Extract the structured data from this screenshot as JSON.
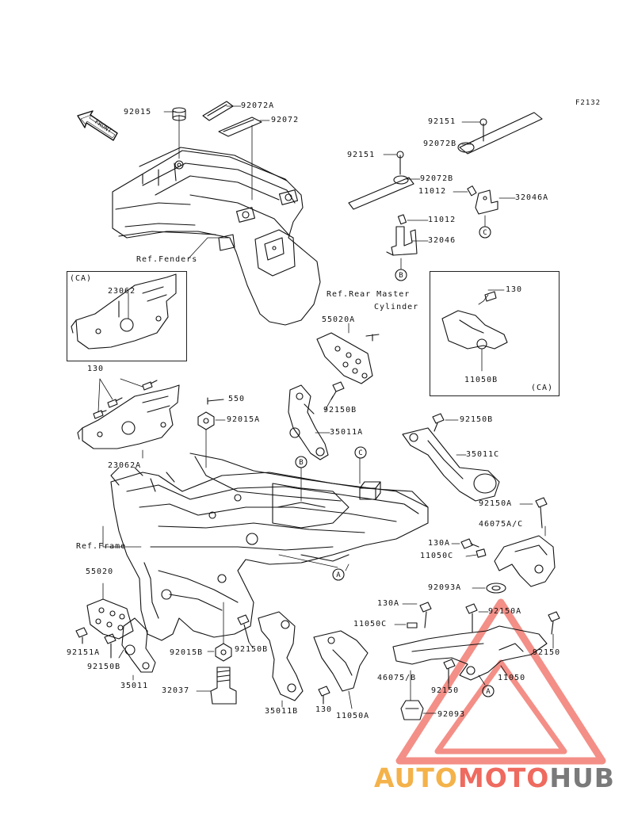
{
  "diagram_code": "F2132",
  "labels": {
    "l92015": "92015",
    "l92072A": "92072A",
    "l92072": "92072",
    "front": "FRONT",
    "ref_fenders": "Ref.Fenders",
    "l92151_top": "92151",
    "l92072B_top": "92072B",
    "l92151_mid": "92151",
    "l92072B_mid": "92072B",
    "l11012_a": "11012",
    "l32046A": "32046A",
    "l11012_b": "11012",
    "l32046": "32046",
    "ca_left": "(CA)",
    "l23062": "23062",
    "ref_rear_master": "Ref.Rear Master",
    "cylinder": "Cylinder",
    "l55020A": "55020A",
    "l130_ca": "130",
    "l11050B": "11050B",
    "ca_right": "(CA)",
    "l130_left": "130",
    "l550": "550",
    "l92015A": "92015A",
    "l92150B_mid": "92150B",
    "l35011A": "35011A",
    "l23062A": "23062A",
    "l92150B_right": "92150B",
    "l35011C": "35011C",
    "l92150A_top": "92150A",
    "l46075AC": "46075A/C",
    "ref_frame": "Ref.Frame",
    "l130A_a": "130A",
    "l11050C_a": "11050C",
    "l55020": "55020",
    "l92093A": "92093A",
    "l130A_b": "130A",
    "l92150A_b": "92150A",
    "l11050C_b": "11050C",
    "l92151A": "92151A",
    "l92150B_low": "92150B",
    "l92015B": "92015B",
    "l92150B_low2": "92150B",
    "l92150_right": "92150",
    "l46075B": "46075/B",
    "l11050": "11050",
    "l35011": "35011",
    "l32037": "32037",
    "l92150_low": "92150",
    "l35011B": "35011B",
    "l130_low": "130",
    "l11050A": "11050A",
    "l92093": "92093"
  },
  "markers": {
    "A": "A",
    "B": "B",
    "C": "C"
  },
  "watermark": {
    "part1": "AUTO",
    "part2": "MOTO",
    "part3": "HUB"
  },
  "colors": {
    "line": "#111111",
    "watermark_red": "#ef6a5f",
    "watermark_orange": "#f4b24a",
    "watermark_gray": "#7a7a7a"
  }
}
